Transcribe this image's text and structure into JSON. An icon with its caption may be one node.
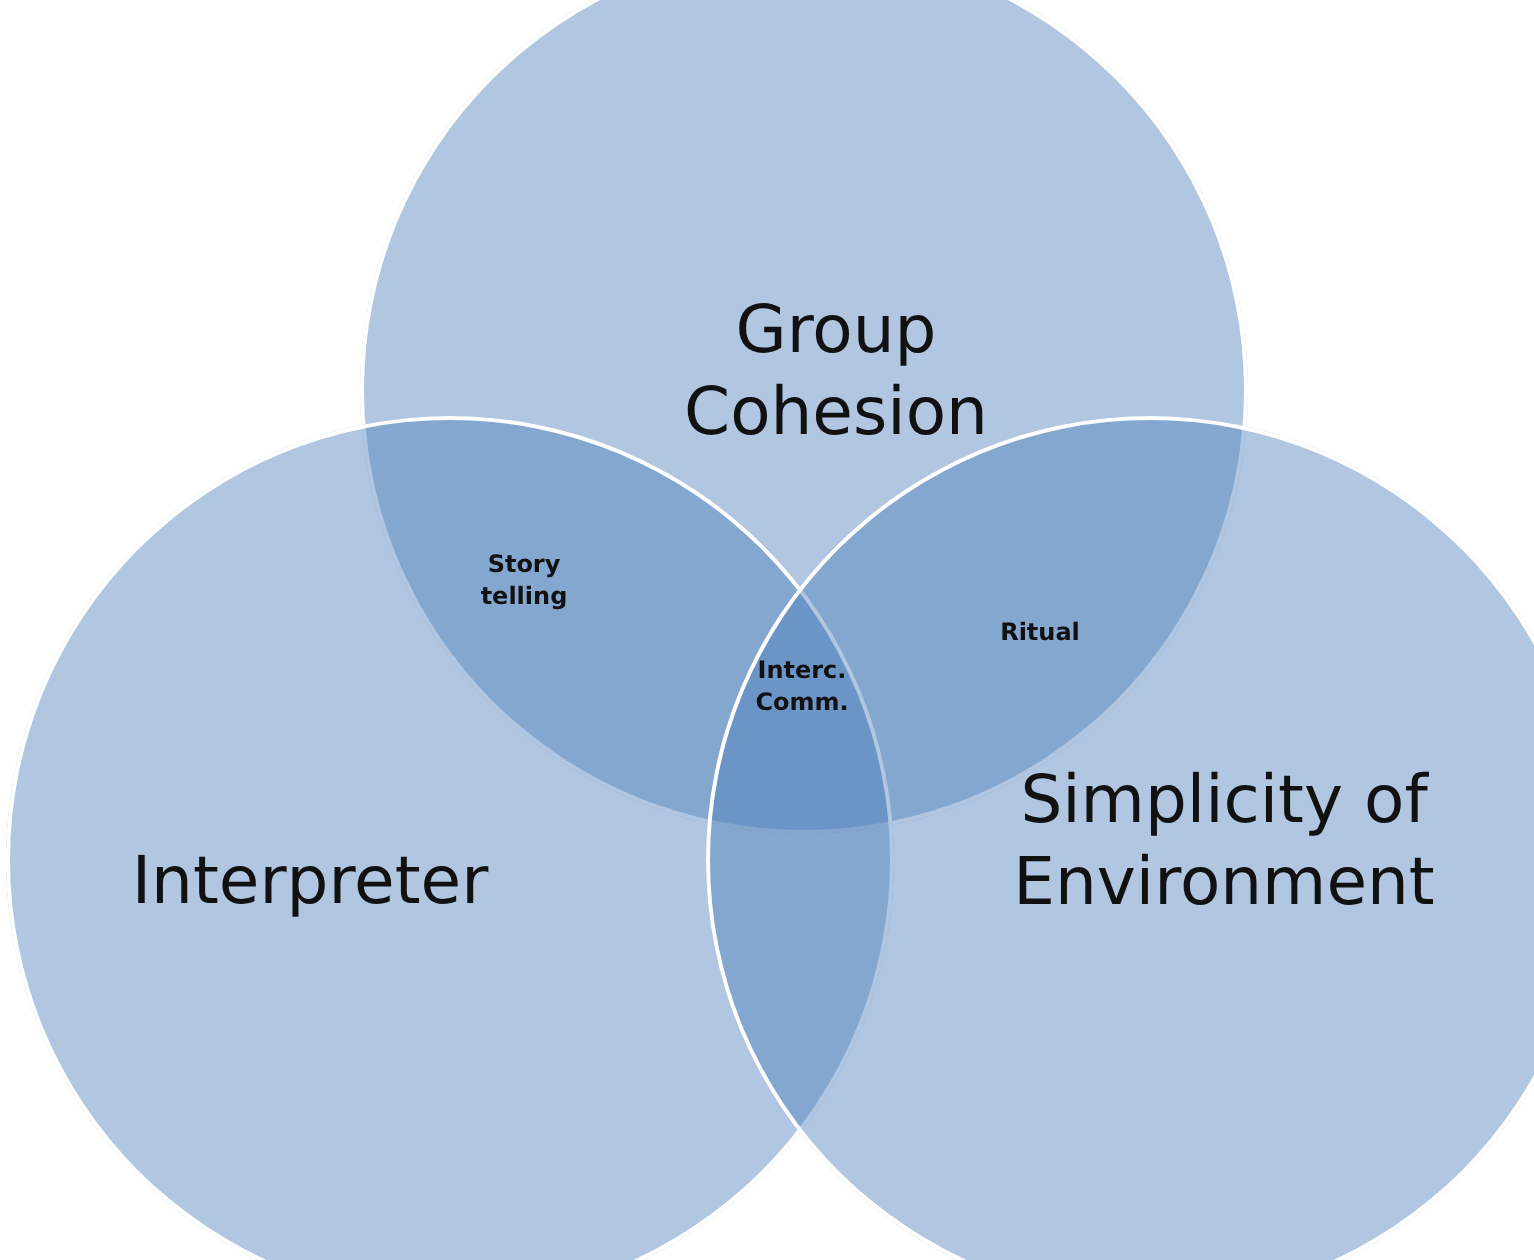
{
  "diagram": {
    "nodes": [
      {
        "text": [
          "Group Cohesion"
        ]
      },
      {
        "text": [
          "Interpreter"
        ]
      },
      {
        "text": [
          "Simplicity of Environment"
        ]
      }
    ],
    "labels": [
      "Story telling",
      "Ritual",
      "Interc. Comm."
    ]
  }
}
